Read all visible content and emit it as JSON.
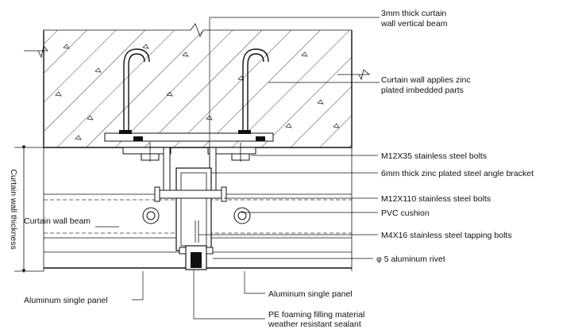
{
  "callouts": {
    "vertical_beam": [
      "3mm thick curtain",
      "wall vertical beam"
    ],
    "embedded_parts": [
      "Curtain wall applies zinc",
      "plated imbedded parts"
    ],
    "bolts_m12x35": "M12X35 stainless steel bolts",
    "angle_bracket": "6mm thick zinc plated steel angle bracket",
    "bolts_m12x110": "M12X110 stainless steel bolts",
    "pvc_cushion": "PVC cushion",
    "tapping_bolts": "M4X16 stainless steel tapping bolts",
    "rivet": "φ 5 aluminum rivet",
    "panel_right": "Aluminum single panel",
    "panel_left": "Aluminum  single panel",
    "sealant": [
      "PE foaming filling material",
      "weather resistant sealant"
    ],
    "beam": "Curtain wall beam",
    "thickness_dim": "Curtain wall thickness"
  }
}
